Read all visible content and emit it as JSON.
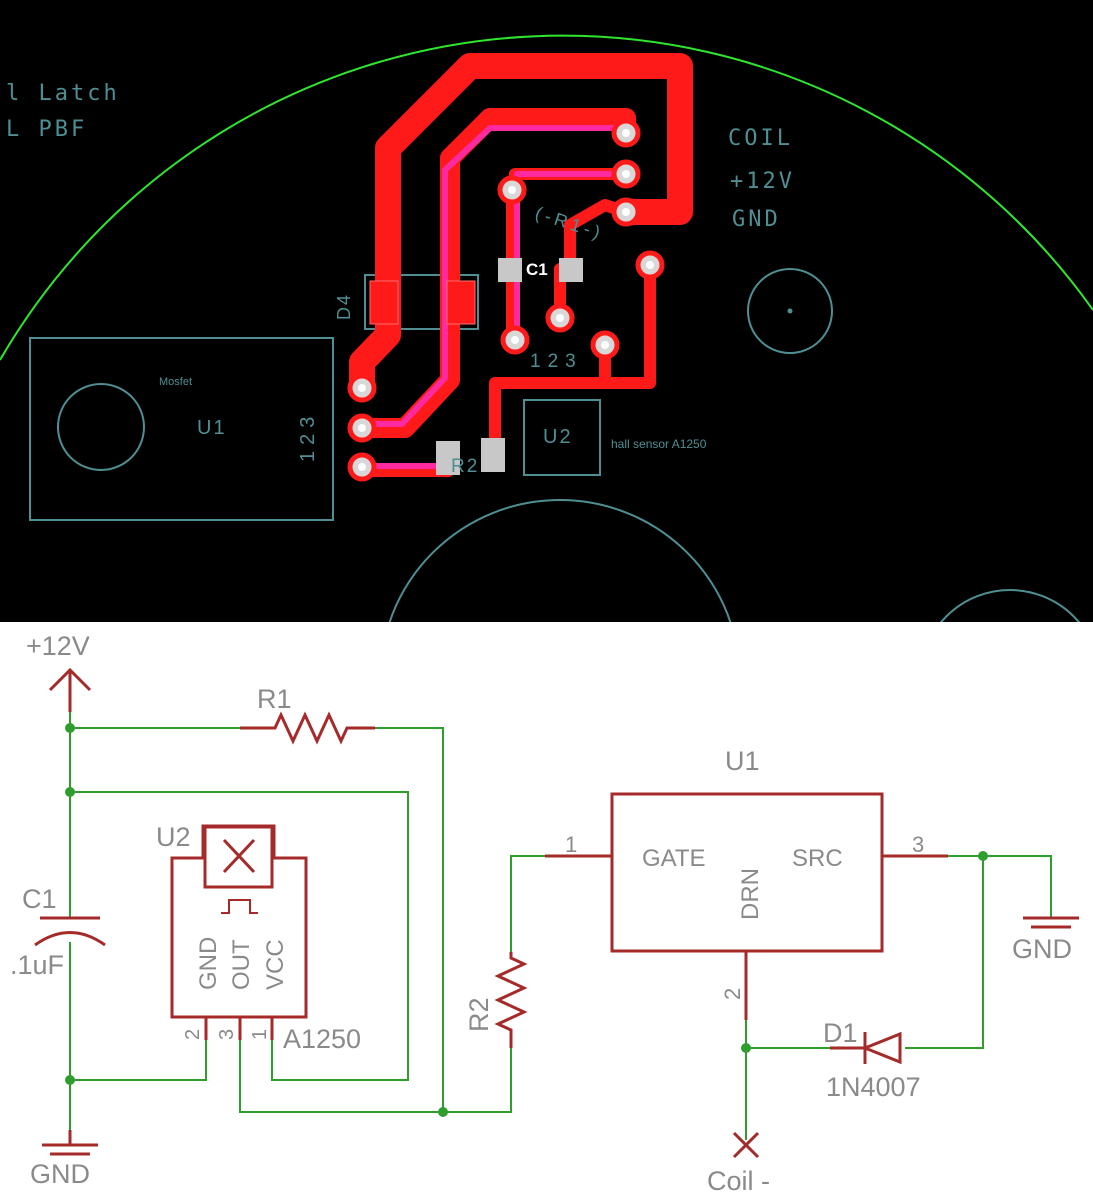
{
  "pcb": {
    "silk_left_1": "l Latch",
    "silk_left_2": "L PBF",
    "coil_label": "COIL",
    "v12_label": "+12V",
    "gnd_label": "GND",
    "r1_label": "(-R1-)",
    "c1_label": "C1",
    "d4_label": "D4",
    "pins_label_vertical": "123",
    "pins_label_horizontal": "123",
    "u1_label": "U1",
    "mosfet_label": "Mosfet",
    "u2_label": "U2",
    "hall_label": "hall sensor A1250",
    "r2_label": "R2",
    "colors": {
      "background": "#000000",
      "copper": "#ff1a1a",
      "pink": "#ff2aa0",
      "pad": "#d8d8d8",
      "silk": "#5f9ea0",
      "outline": "#2ee62e"
    }
  },
  "schematic": {
    "v12": "+12V",
    "r1": "R1",
    "u1": "U1",
    "u2": "U2",
    "c1": "C1",
    "c1_value": ".1uF",
    "gnd_left": "GND",
    "gnd_right": "GND",
    "gate": "GATE",
    "src": "SRC",
    "drn": "DRN",
    "pin1_u1": "1",
    "pin3_u1": "3",
    "pin2_u1": "2",
    "u2_gnd": "GND",
    "u2_out": "OUT",
    "u2_vcc": "VCC",
    "u2_pin2": "2",
    "u2_pin3": "3",
    "u2_pin1": "1",
    "a1250": "A1250",
    "r2": "R2",
    "d1": "D1",
    "d1_value": "1N4007",
    "coil_minus": "Coil -",
    "colors": {
      "wire": "#2e9e2e",
      "part": "#a52a2a",
      "text": "#8a8a8a"
    }
  }
}
